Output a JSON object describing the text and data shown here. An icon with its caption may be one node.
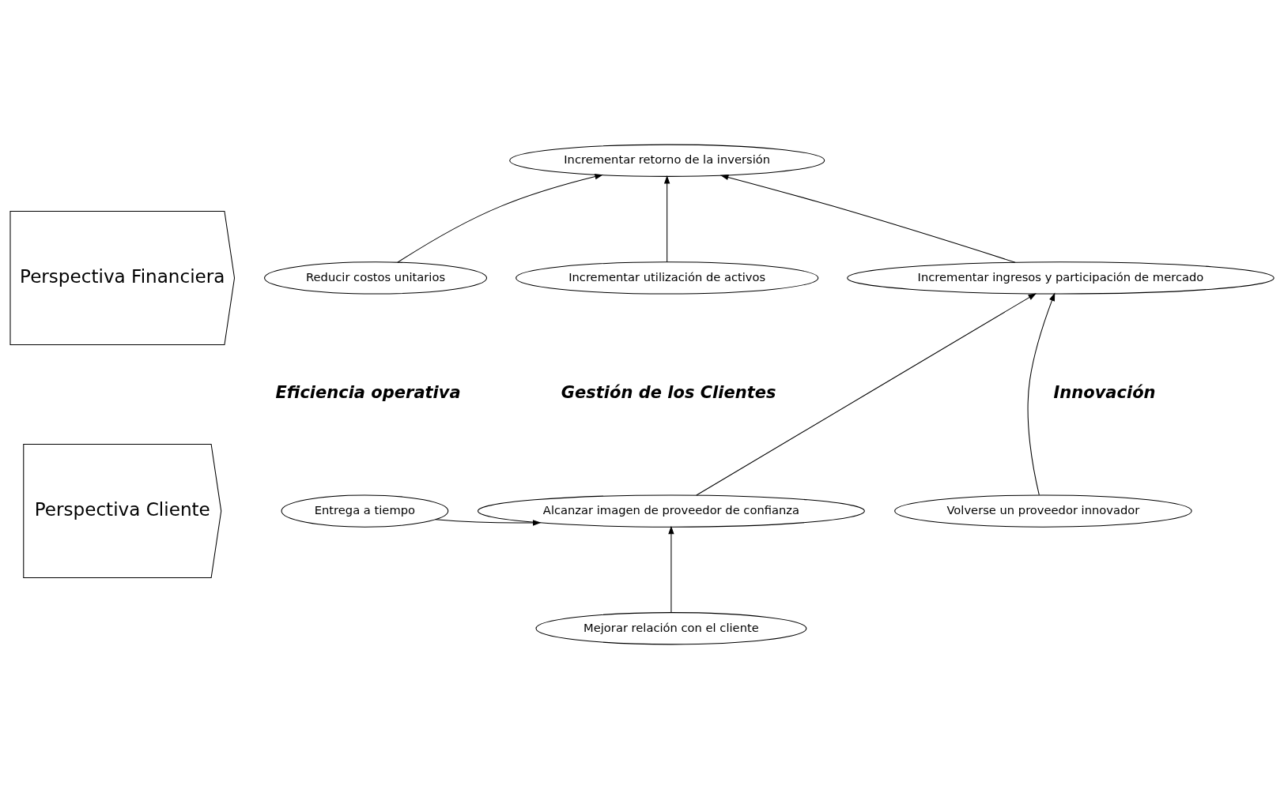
{
  "diagram": {
    "nodes": [
      {
        "text": [
          "Perspectiva Financiera"
        ]
      },
      {
        "text": [
          "Perspectiva Cliente"
        ]
      },
      {
        "text": [
          "Incrementar retorno de la inversión"
        ]
      },
      {
        "text": [
          "Reducir costos unitarios"
        ]
      },
      {
        "text": [
          "Incrementar utilización de activos"
        ]
      },
      {
        "text": [
          "Incrementar ingresos y participación de mercado"
        ]
      },
      {
        "text": [
          "Entrega a tiempo"
        ]
      },
      {
        "text": [
          "Alcanzar imagen de proveedor de confianza"
        ]
      },
      {
        "text": [
          "Volverse un proveedor innovador"
        ]
      },
      {
        "text": [
          "Mejorar relación con el cliente"
        ]
      }
    ],
    "edges": [
      {
        "from": 3,
        "to": 2,
        "arrow": "to"
      },
      {
        "from": 4,
        "to": 2,
        "arrow": "to"
      },
      {
        "from": 5,
        "to": 2,
        "arrow": "to"
      },
      {
        "from": 6,
        "to": 7,
        "arrow": "to"
      },
      {
        "from": 7,
        "to": 5,
        "arrow": "to"
      },
      {
        "from": 8,
        "to": 5,
        "arrow": "to"
      },
      {
        "from": 9,
        "to": 7,
        "arrow": "to"
      }
    ],
    "labels": [
      "Eficiencia operativa",
      "Gestión de los Clientes",
      "Innovación"
    ]
  }
}
